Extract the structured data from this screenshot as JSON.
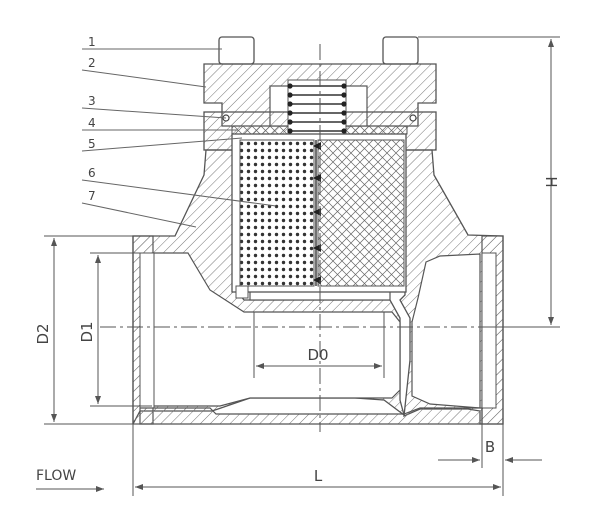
{
  "callouts": [
    "1",
    "2",
    "3",
    "4",
    "5",
    "6",
    "7"
  ],
  "dimensions": {
    "d2": "D2",
    "d1": "D1",
    "d0": "D0",
    "h": "H",
    "l": "L",
    "b": "B"
  },
  "flow_label": "FLOW",
  "colors": {
    "line": "#555555",
    "hatch": "#777777",
    "ball": "#333333"
  }
}
